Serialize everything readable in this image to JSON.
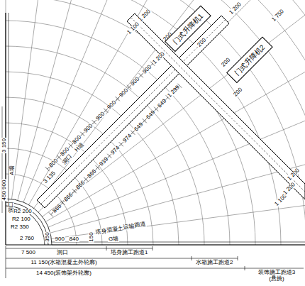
{
  "diagram": {
    "nodes": [
      {
        "text": [
          "门式升降机1"
        ]
      },
      {
        "text": [
          "门式升降机2"
        ]
      }
    ],
    "labels": [
      "1 750",
      "1 200",
      "1 100",
      "1 200",
      "200",
      "200",
      "200",
      "200",
      "1 100",
      "1 200",
      "1 200",
      "800",
      "800",
      "800",
      "900",
      "900",
      "900",
      "900",
      "900",
      "900",
      "1 200",
      "866",
      "866",
      "866",
      "866",
      "939",
      "974",
      "974",
      "649",
      "649",
      "649",
      "1 299",
      "A墙",
      "3 150",
      "450 900",
      "洞口",
      "R2 200",
      "R2 100",
      "R2 350",
      "3 135",
      "洞口",
      "H墙",
      "塔身混凝土运输跑道",
      "2 760",
      "350",
      "900",
      "840",
      "150",
      "G墙",
      "洞口",
      "7 500",
      "塔身施工跑道1",
      "11 150(水箱混凝土外轮廓)",
      "水箱施工跑道2",
      "14 450(装饰架外轮廓)",
      "装饰施工跑道3 (悬挑)"
    ]
  }
}
